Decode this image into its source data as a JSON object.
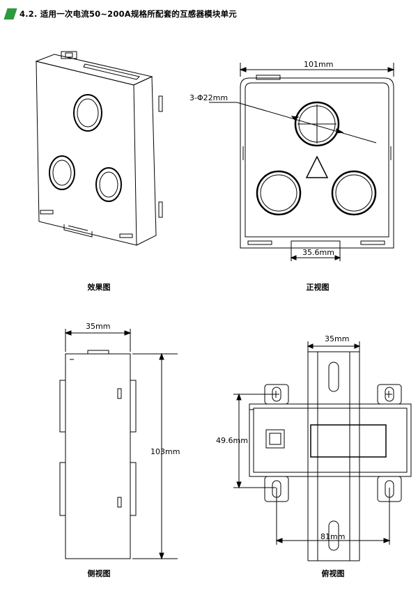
{
  "header": {
    "section_title": "4.2. 适用一次电流50~200A规格所配套的互感器模块单元",
    "accent_color": "#2e9a3e"
  },
  "captions": {
    "effect_view": "效果图",
    "front_view": "正视图",
    "side_view": "侧视图",
    "top_view": "俯视图"
  },
  "dimensions": {
    "front_width": "101mm",
    "hole_spec": "3-Φ22mm",
    "rail_slot": "35.6mm",
    "side_width": "35mm",
    "side_height": "103mm",
    "top_rail_width": "35mm",
    "top_height": "49.6mm",
    "top_mount_width": "81mm"
  }
}
